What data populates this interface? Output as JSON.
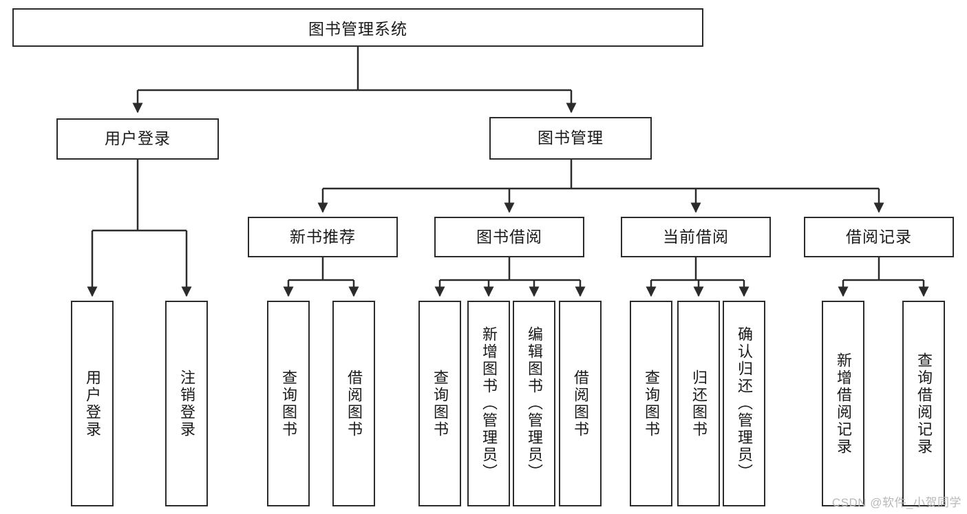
{
  "diagram": {
    "type": "tree-hierarchy",
    "title": "图书管理系统",
    "colors": {
      "stroke": "#2b2b2b",
      "fill": "#ffffff",
      "text": "#1a1a1a",
      "watermark": "#b8b8b8"
    },
    "root": {
      "label": "图书管理系统"
    },
    "level2": [
      {
        "label": "用户登录"
      },
      {
        "label": "图书管理"
      }
    ],
    "level3": [
      {
        "label": "新书推荐"
      },
      {
        "label": "图书借阅"
      },
      {
        "label": "当前借阅"
      },
      {
        "label": "借阅记录"
      }
    ],
    "leaves": {
      "user_login": [
        {
          "label": "用户登录"
        },
        {
          "label": "注销登录"
        }
      ],
      "new_book_recommend": [
        {
          "label": "查询图书"
        },
        {
          "label": "借阅图书"
        }
      ],
      "book_borrow": [
        {
          "label": "查询图书"
        },
        {
          "label": "新增图书（管理员）"
        },
        {
          "label": "编辑图书（管理员）"
        },
        {
          "label": "借阅图书"
        }
      ],
      "current_borrow": [
        {
          "label": "查询图书"
        },
        {
          "label": "归还图书"
        },
        {
          "label": "确认归还（管理员）"
        }
      ],
      "borrow_record": [
        {
          "label": "新增借阅记录"
        },
        {
          "label": "查询借阅记录"
        }
      ]
    }
  },
  "watermark": {
    "text": "CSDN @软件_小贺同学"
  }
}
